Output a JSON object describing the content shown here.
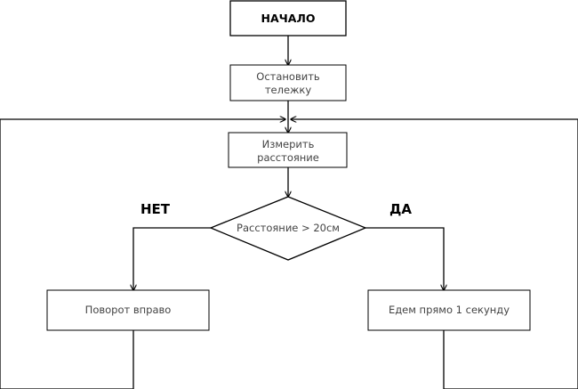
{
  "diagram": {
    "nodes": {
      "start": {
        "text": "НАЧАЛО"
      },
      "stop_cart": {
        "line1": "Остановить",
        "line2": "тележку"
      },
      "measure": {
        "line1": "Измерить",
        "line2": "расстояние"
      },
      "decision": {
        "text": "Расстояние > 20см"
      },
      "turn_right": {
        "text": "Поворот вправо"
      },
      "go_straight": {
        "text": "Едем прямо 1 секунду"
      }
    },
    "branches": {
      "no": "НЕТ",
      "yes": "ДА"
    }
  }
}
